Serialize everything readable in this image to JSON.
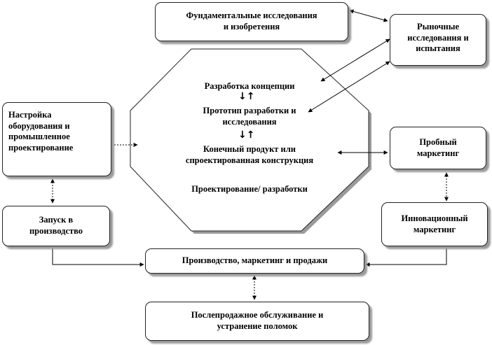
{
  "nodes": {
    "fundamental": [
      "Фундаментальные исследования",
      "и изобретения"
    ],
    "market_research": [
      "Рыночные",
      "исследования и",
      "испытания"
    ],
    "equipment_setup": [
      "Настройка",
      "оборудования и",
      "промышленное",
      "проектирование"
    ],
    "launch": [
      "Запуск в",
      "производство"
    ],
    "trial_marketing": [
      "Пробный",
      "маркетинг"
    ],
    "innovation_marketing": [
      "Инновационный",
      "маркетинг"
    ],
    "production": [
      "Производство, маркетинг и продажи"
    ],
    "after_sales": [
      "Послепродажное обслуживание и",
      "устранение поломок"
    ]
  },
  "design_block": {
    "concept": "Разработка концепции",
    "prototype": [
      "Прототип разработки и",
      "исследования"
    ],
    "final_product": [
      "Конечный продукт или",
      "спроектированная конструкция"
    ],
    "title": "Проектирование/ разработки",
    "arrow_glyph": "↓↑"
  }
}
